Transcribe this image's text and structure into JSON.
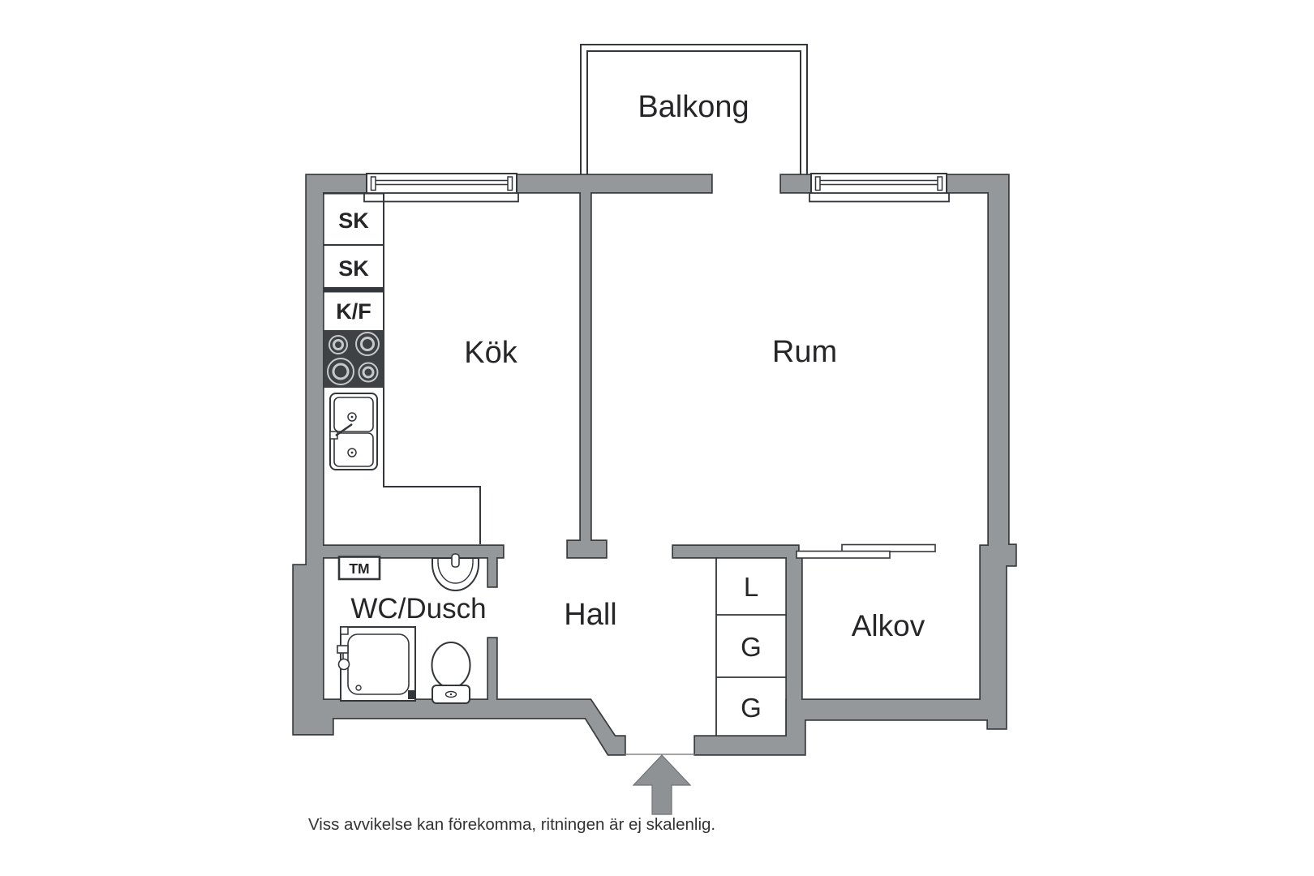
{
  "plan": {
    "rooms": {
      "balcony": "Balkong",
      "kitchen": "Kök",
      "room": "Rum",
      "bathroom": "WC/Dusch",
      "hall": "Hall",
      "alcove": "Alkov"
    },
    "kitchen_units": {
      "cabinet1": "SK",
      "cabinet2": "SK",
      "fridge_freezer": "K/F"
    },
    "bathroom_units": {
      "washing_machine": "TM"
    },
    "closets": {
      "linen": "L",
      "wardrobe1": "G",
      "wardrobe2": "G"
    },
    "disclaimer": "Viss avvikelse kan förekomma, ritningen är ej skalenlig.",
    "colors": {
      "wall_fill": "#95989a",
      "wall_outline": "#3b3e40",
      "line": "#33363a",
      "stove_fill": "#3f4245",
      "burner": "#c6c9cb",
      "arrow": "#8f9295",
      "text": "#262628",
      "muted_text": "#333333",
      "background": "#ffffff"
    }
  }
}
